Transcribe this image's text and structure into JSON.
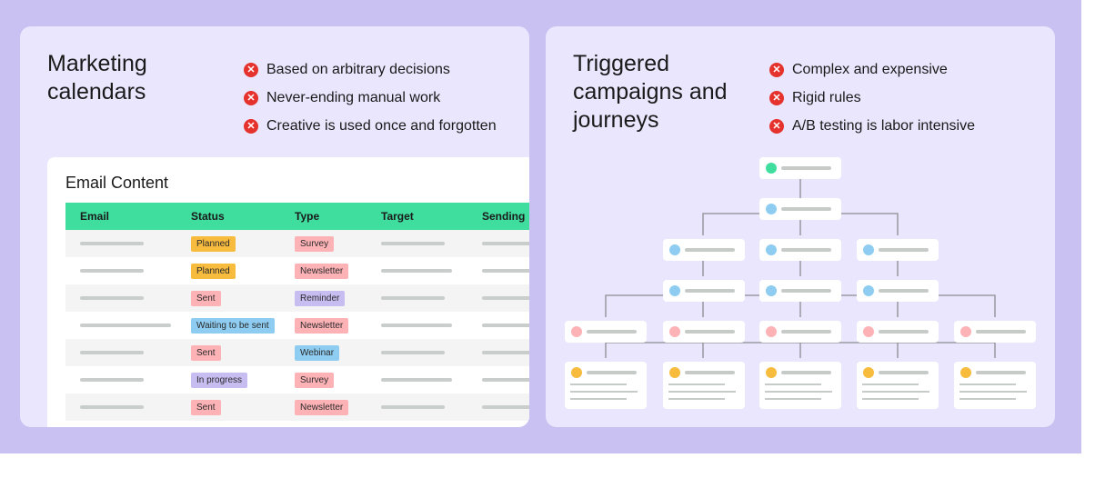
{
  "left": {
    "title_line1": "Marketing",
    "title_line2": "calendars",
    "cons": [
      "Based on arbitrary decisions",
      "Never-ending manual work",
      "Creative is used once and forgotten"
    ],
    "table": {
      "title": "Email Content",
      "headers": [
        "Email",
        "Status",
        "Type",
        "Target",
        "Sending"
      ],
      "rows": [
        {
          "status": "Planned",
          "status_color": "#f7bb3e",
          "type": "Survey",
          "type_color": "#fdb2b6"
        },
        {
          "status": "Planned",
          "status_color": "#f7bb3e",
          "type": "Newsletter",
          "type_color": "#fdb2b6"
        },
        {
          "status": "Sent",
          "status_color": "#fdb2b6",
          "type": "Reminder",
          "type_color": "#c8bdf1"
        },
        {
          "status": "Waiting to be sent",
          "status_color": "#8ecdf1",
          "type": "Newsletter",
          "type_color": "#fdb2b6"
        },
        {
          "status": "Sent",
          "status_color": "#fdb2b6",
          "type": "Webinar",
          "type_color": "#8ecdf1"
        },
        {
          "status": "In progress",
          "status_color": "#c8bdf1",
          "type": "Survey",
          "type_color": "#fdb2b6"
        },
        {
          "status": "Sent",
          "status_color": "#fdb2b6",
          "type": "Newsletter",
          "type_color": "#fdb2b6"
        }
      ]
    }
  },
  "right": {
    "title_lines": [
      "Triggered",
      "campaigns and",
      "journeys"
    ],
    "cons": [
      "Complex and expensive",
      "Rigid rules",
      "A/B testing is labor intensive"
    ]
  },
  "colors": {
    "accent_green": "#3fde9f",
    "error_red": "#e5322d",
    "node_blue": "#8ecdf1",
    "node_pink": "#fdb2b6",
    "node_orange": "#f7bb3e"
  },
  "icons": {
    "con": "x-circle-icon"
  }
}
